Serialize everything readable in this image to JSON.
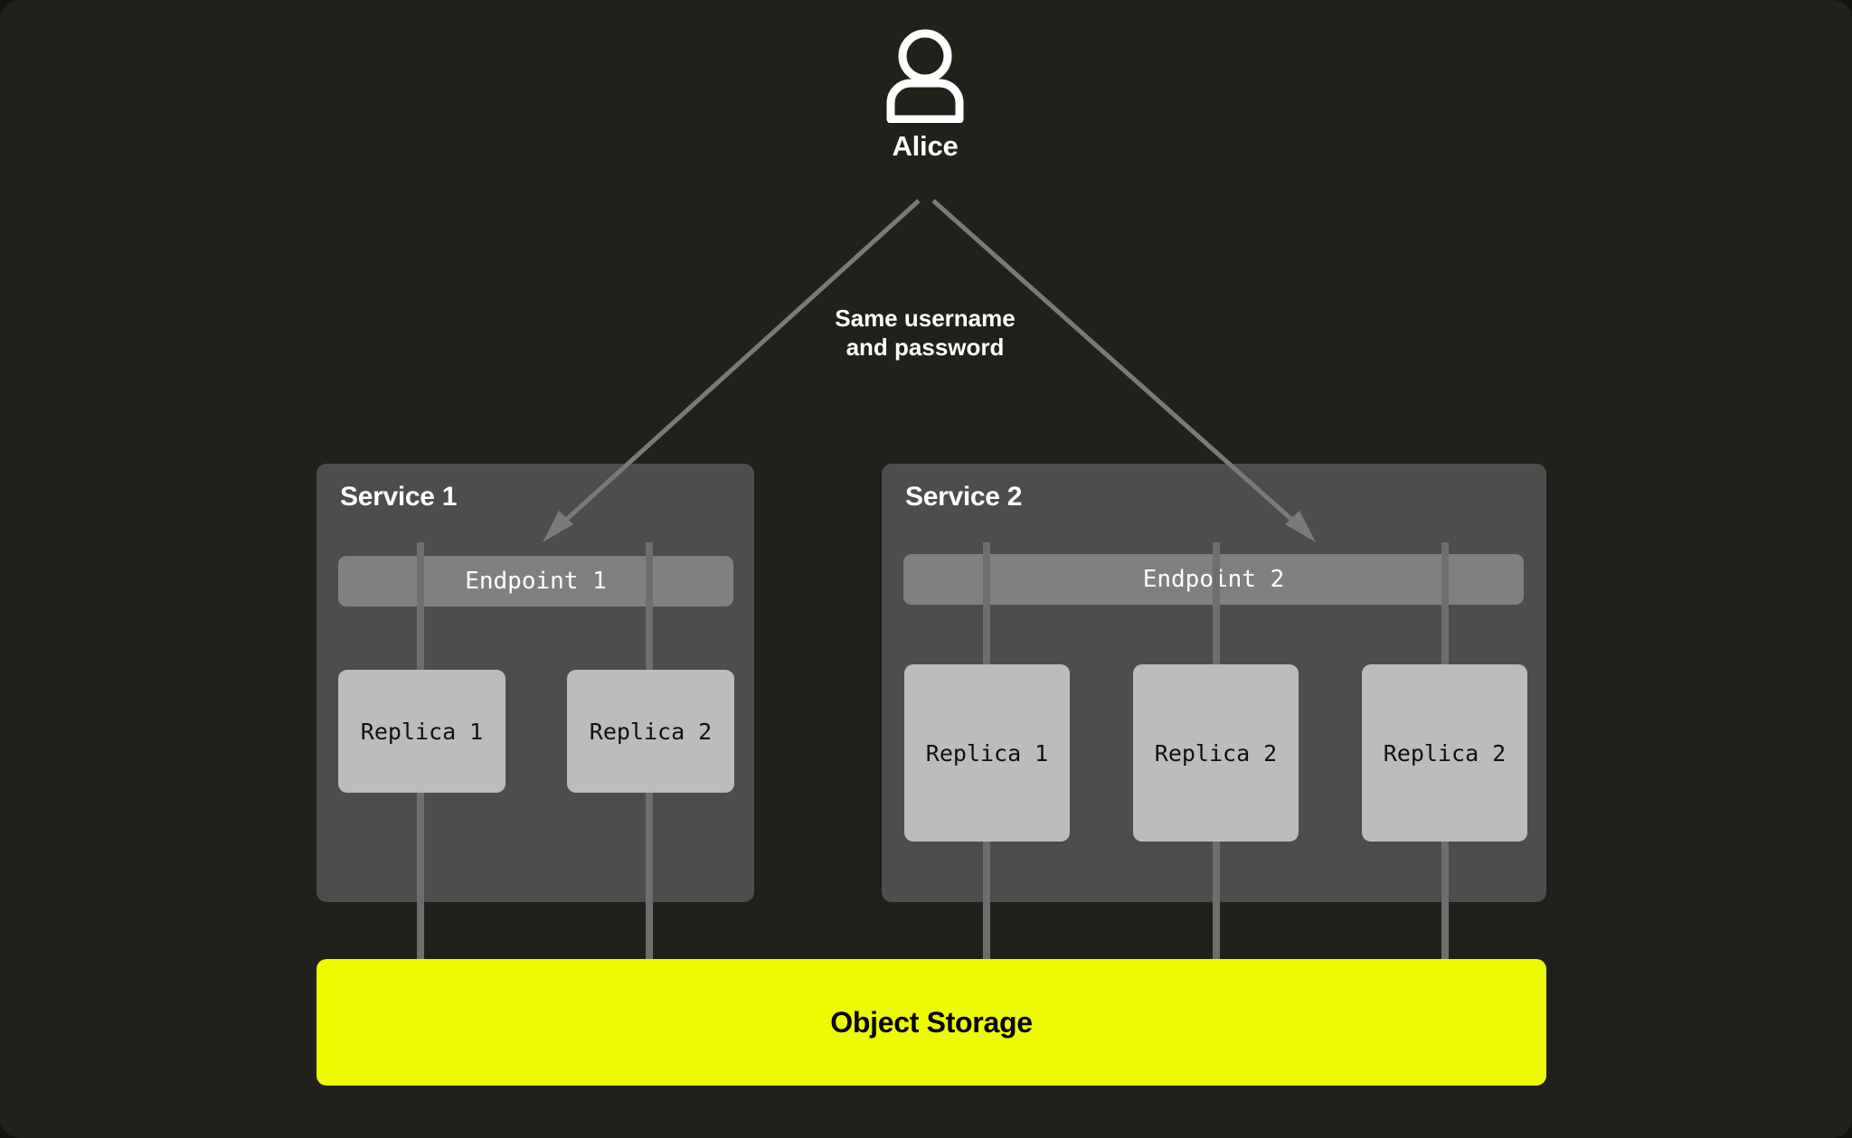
{
  "theme": {
    "background": "#21211c",
    "panel_fill": "#4d4d4d",
    "endpoint_fill": "#808080",
    "replica_fill": "#bcbcbc",
    "storage_fill": "#edfa00",
    "wire_color": "#6e6e6e",
    "arrow_color": "#7a7a7a",
    "text_light": "#ffffff",
    "text_dark": "#000000"
  },
  "actor": {
    "label": "Alice",
    "icon": "person-icon"
  },
  "annotation": {
    "line1": "Same username",
    "line2": "and password"
  },
  "services": [
    {
      "title": "Service 1",
      "endpoint": "Endpoint 1",
      "replicas": [
        "Replica 1",
        "Replica 2"
      ]
    },
    {
      "title": "Service 2",
      "endpoint": "Endpoint 2",
      "replicas": [
        "Replica 1",
        "Replica 2",
        "Replica 2"
      ]
    }
  ],
  "storage": {
    "label": "Object Storage"
  },
  "diagram_data": {
    "type": "architecture-diagram",
    "nodes": [
      {
        "id": "alice",
        "kind": "actor",
        "label": "Alice"
      },
      {
        "id": "service-1",
        "kind": "group",
        "label": "Service 1"
      },
      {
        "id": "endpoint-1",
        "kind": "endpoint",
        "label": "Endpoint 1",
        "parent": "service-1"
      },
      {
        "id": "s1-replica-1",
        "kind": "replica",
        "label": "Replica 1",
        "parent": "service-1"
      },
      {
        "id": "s1-replica-2",
        "kind": "replica",
        "label": "Replica 2",
        "parent": "service-1"
      },
      {
        "id": "service-2",
        "kind": "group",
        "label": "Service 2"
      },
      {
        "id": "endpoint-2",
        "kind": "endpoint",
        "label": "Endpoint 2",
        "parent": "service-2"
      },
      {
        "id": "s2-replica-1",
        "kind": "replica",
        "label": "Replica 1",
        "parent": "service-2"
      },
      {
        "id": "s2-replica-2",
        "kind": "replica",
        "label": "Replica 2",
        "parent": "service-2"
      },
      {
        "id": "s2-replica-3",
        "kind": "replica",
        "label": "Replica 2",
        "parent": "service-2"
      },
      {
        "id": "object-storage",
        "kind": "storage",
        "label": "Object Storage"
      }
    ],
    "edges": [
      {
        "from": "alice",
        "to": "endpoint-1",
        "style": "arrow",
        "label": "Same username and password"
      },
      {
        "from": "alice",
        "to": "endpoint-2",
        "style": "arrow",
        "label": "Same username and password"
      },
      {
        "from": "endpoint-1",
        "to": "s1-replica-1",
        "style": "line"
      },
      {
        "from": "endpoint-1",
        "to": "s1-replica-2",
        "style": "line"
      },
      {
        "from": "endpoint-2",
        "to": "s2-replica-1",
        "style": "line"
      },
      {
        "from": "endpoint-2",
        "to": "s2-replica-2",
        "style": "line"
      },
      {
        "from": "endpoint-2",
        "to": "s2-replica-3",
        "style": "line"
      },
      {
        "from": "s1-replica-1",
        "to": "object-storage",
        "style": "line"
      },
      {
        "from": "s1-replica-2",
        "to": "object-storage",
        "style": "line"
      },
      {
        "from": "s2-replica-1",
        "to": "object-storage",
        "style": "line"
      },
      {
        "from": "s2-replica-2",
        "to": "object-storage",
        "style": "line"
      },
      {
        "from": "s2-replica-3",
        "to": "object-storage",
        "style": "line"
      }
    ]
  }
}
